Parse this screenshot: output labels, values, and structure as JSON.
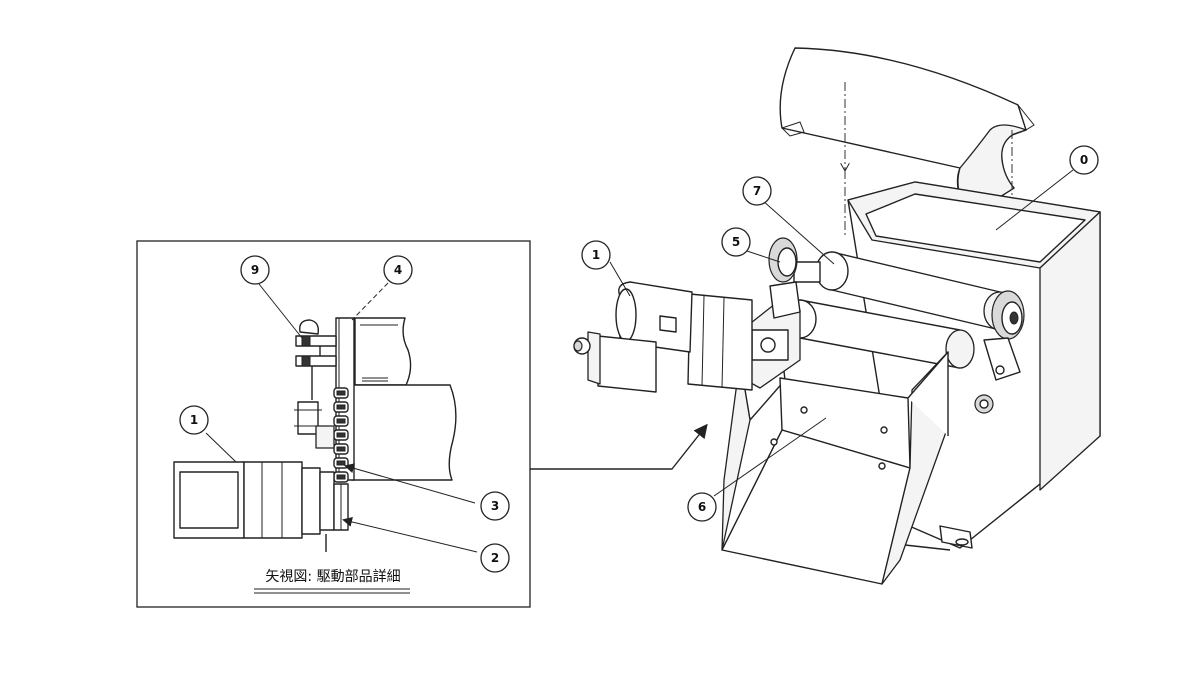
{
  "caption": "矢視図: 駆動部品詳細",
  "detail_balloons": [
    {
      "id": "9",
      "label": "9"
    },
    {
      "id": "4",
      "label": "4"
    },
    {
      "id": "1",
      "label": "1"
    },
    {
      "id": "3",
      "label": "3"
    },
    {
      "id": "2",
      "label": "2"
    }
  ],
  "main_balloons": [
    {
      "id": "1",
      "label": "1"
    },
    {
      "id": "5",
      "label": "5"
    },
    {
      "id": "7",
      "label": "7"
    },
    {
      "id": "0",
      "label": "0"
    },
    {
      "id": "6",
      "label": "6"
    }
  ]
}
